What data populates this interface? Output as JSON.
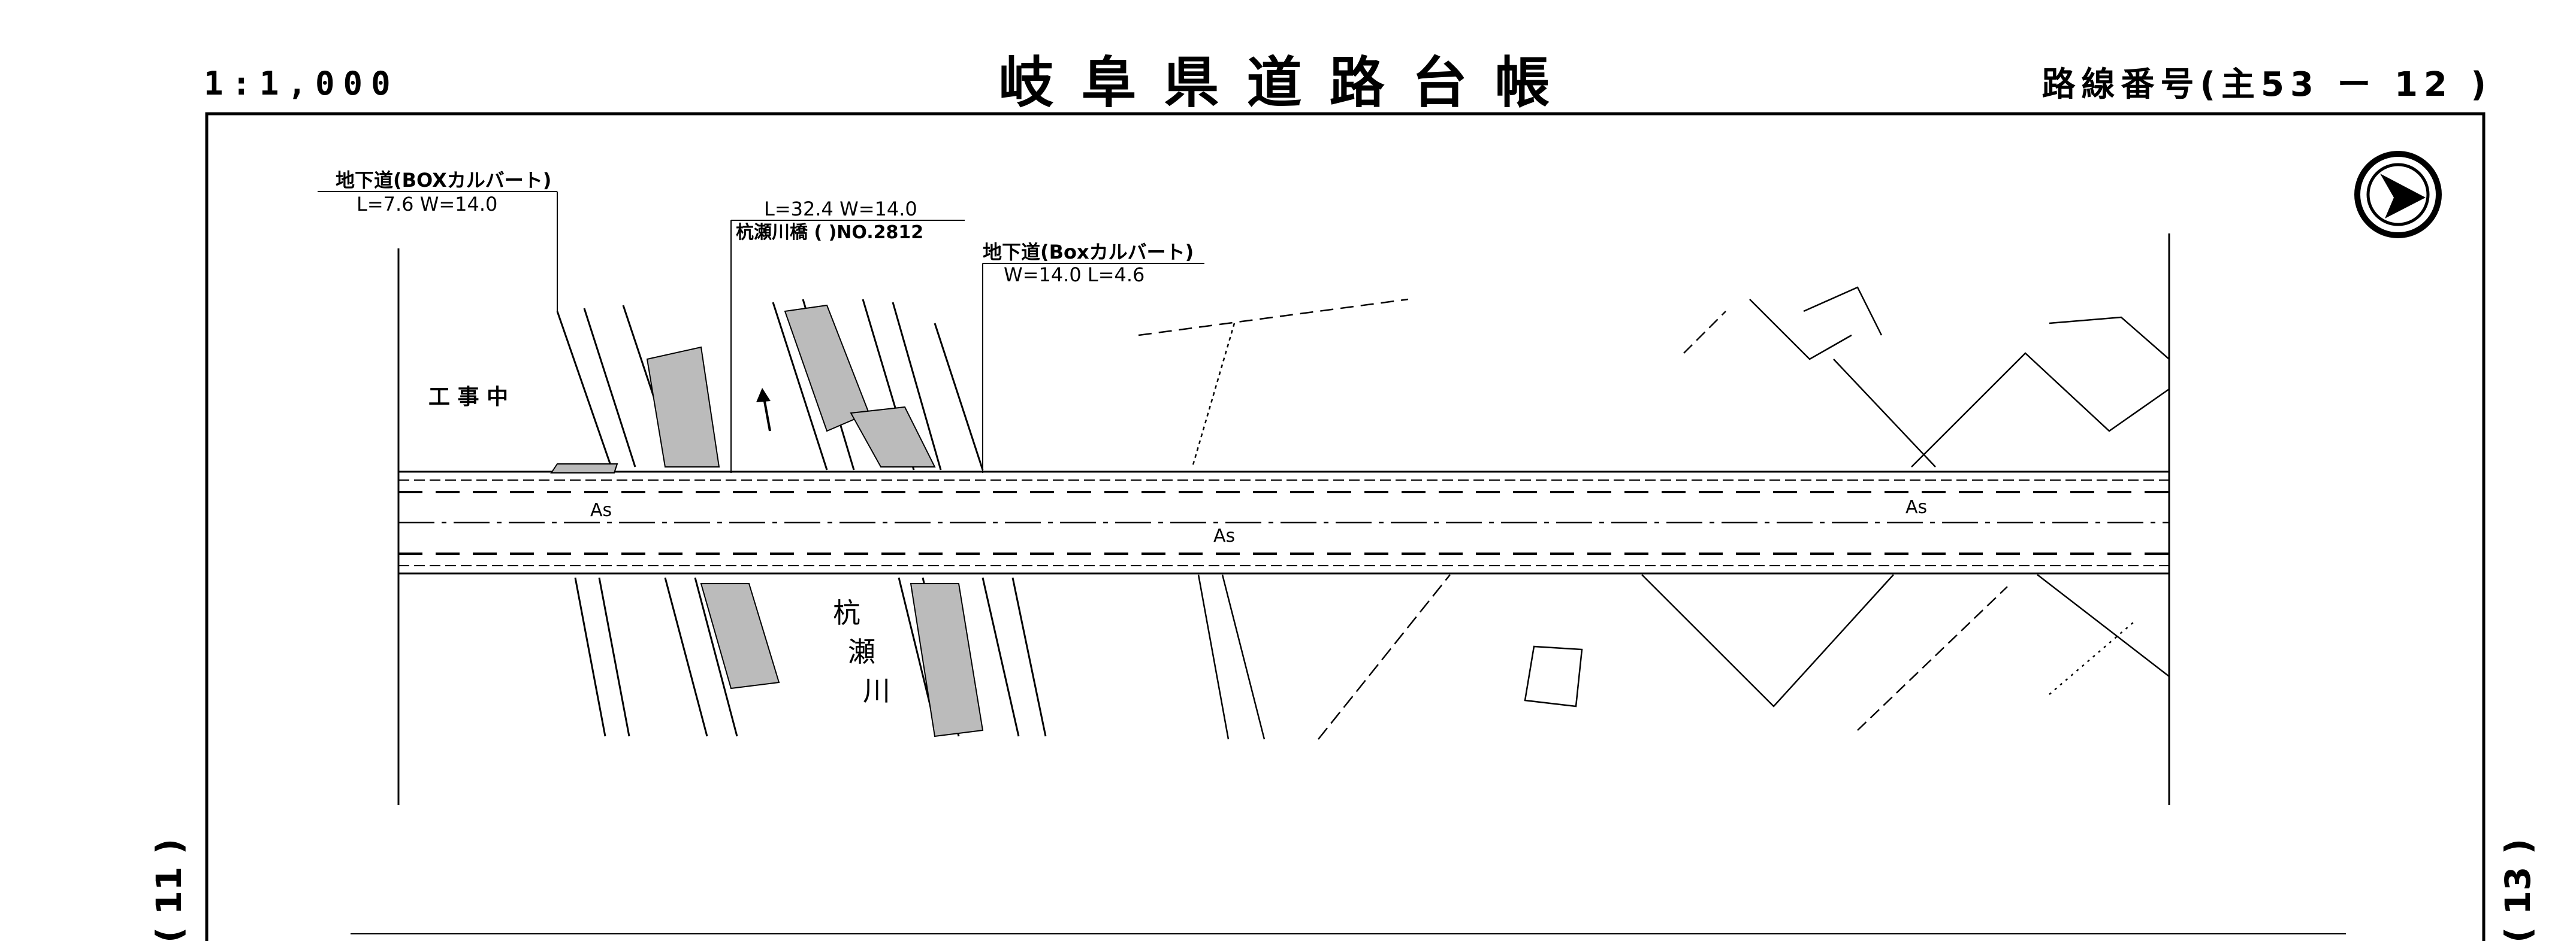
{
  "header": {
    "scale": "1:1,000",
    "title": "岐阜県道路台帳",
    "route_number": "路線番号(主53 ー 12 )"
  },
  "annotations": {
    "underpass_left_title": "地下道(BOXカルバート)",
    "underpass_left_dims": "L=7.6  W=14.0",
    "bridge_dims": "L=32.4  W=14.0",
    "bridge_name": "杭瀬川橋  (       )NO.2812",
    "underpass_right_title": "地下道(Boxカルバート)",
    "underpass_right_dims": "W=14.0  L=4.6",
    "construction": "工 事 中",
    "river_char1": "杭",
    "river_char2": "瀬",
    "river_char3": "川",
    "surface1": "As",
    "surface2": "As",
    "surface3": "As"
  },
  "sheet_refs": {
    "left": "( 11 )",
    "right": "( 13 )"
  },
  "icons": [
    "north-arrow-icon"
  ]
}
